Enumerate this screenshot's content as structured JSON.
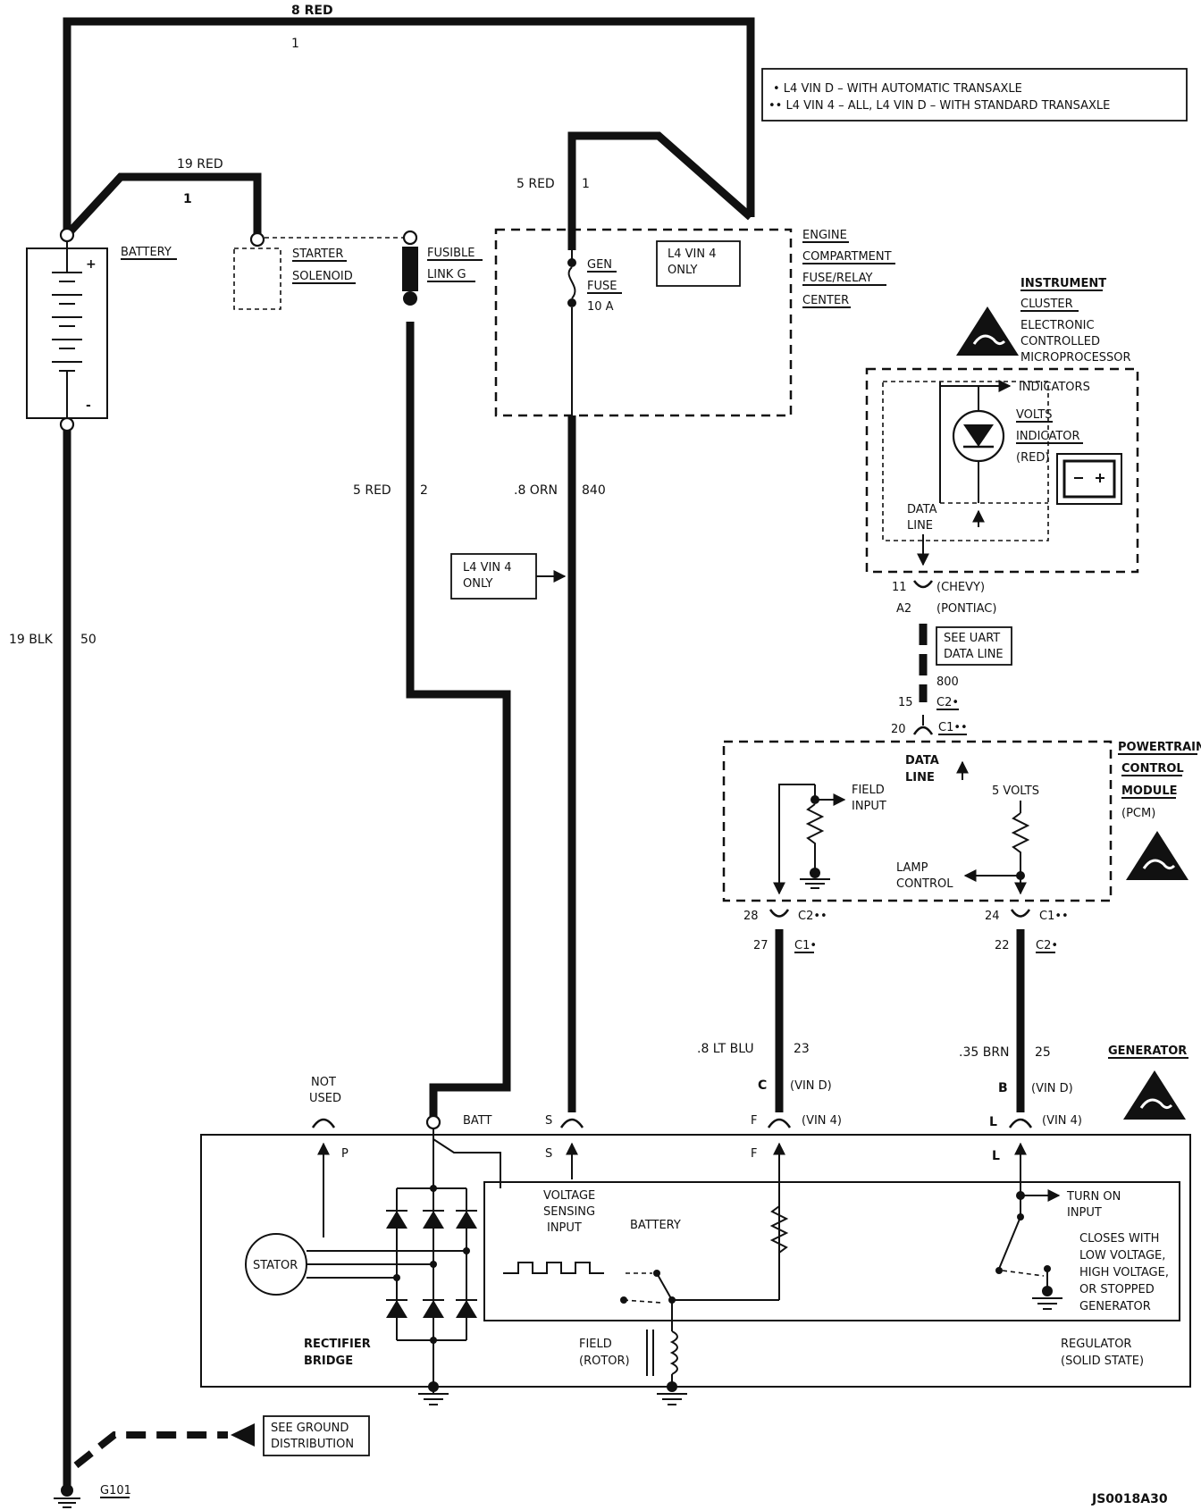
{
  "diagram": {
    "drawing_id": "JS0018A30",
    "notes": [
      "• L4 VIN D – WITH AUTOMATIC TRANSAXLE",
      "•• L4 VIN 4 – ALL, L4 VIN D – WITH STANDARD TRANSAXLE"
    ],
    "battery": {
      "label": "BATTERY",
      "plus": "+",
      "minus": "-"
    },
    "starter": {
      "line1": "STARTER",
      "line2": "SOLENOID"
    },
    "fusible": {
      "line1": "FUSIBLE",
      "line2": "LINK G"
    },
    "fuse_center": {
      "line1": "ENGINE",
      "line2": "COMPARTMENT",
      "line3": "FUSE/RELAY",
      "line4": "CENTER",
      "fuse_line1": "GEN",
      "fuse_line2": "FUSE",
      "fuse_line3": "10 A",
      "vin4_line1": "L4 VIN 4",
      "vin4_line2": "ONLY"
    },
    "wires": {
      "red8": "8 RED",
      "red8_circuit": "1",
      "red19": "19 RED",
      "red19_circuit": "1",
      "red5_top": "5 RED",
      "red5_top_circuit": "1",
      "red5_mid": "5 RED",
      "red5_mid_circuit": "2",
      "orn": ".8 ORN",
      "orn_circuit": "840",
      "blk": "19 BLK",
      "blk_circuit": "50",
      "ltblu": ".8 LT BLU",
      "ltblu_circuit": "23",
      "brn": ".35 BRN",
      "brn_circuit": "25",
      "data_circuit": "800"
    },
    "vin4_callout": {
      "line1": "L4 VIN 4",
      "line2": "ONLY"
    },
    "cluster": {
      "line1": "INSTRUMENT",
      "line2": "CLUSTER",
      "line3": "ELECTRONIC",
      "line4": "CONTROLLED",
      "line5": "MICROPROCESSOR",
      "indicators": "INDICATORS",
      "volts1": "VOLTS",
      "volts2": "INDICATOR",
      "red": "(RED)",
      "data1": "DATA",
      "data2": "LINE"
    },
    "data_conn": {
      "p11": "11",
      "chevy": "(CHEVY)",
      "a2": "A2",
      "pontiac": "(PONTIAC)",
      "uart1": "SEE UART",
      "uart2": "DATA LINE",
      "p15": "15",
      "c2a": "C2•",
      "p20": "20",
      "c1b": "C1••"
    },
    "pcm": {
      "line1": "POWERTRAIN",
      "line2": "CONTROL",
      "line3": "MODULE",
      "line4": "(PCM)",
      "data1": "DATA",
      "data2": "LINE",
      "field1": "FIELD",
      "field2": "INPUT",
      "five": "5 VOLTS",
      "lamp1": "LAMP",
      "lamp2": "CONTROL",
      "p28": "28",
      "c2b": "C2••",
      "p27": "27",
      "c1a": "C1•",
      "p24": "24",
      "c1b": "C1••",
      "p22": "22",
      "c2a": "C2•"
    },
    "generator": {
      "label": "GENERATOR",
      "not_used1": "NOT",
      "not_used2": "USED",
      "batt": "BATT",
      "s": "S",
      "f": "F",
      "l": "L",
      "p": "P",
      "c": "C",
      "b": "B",
      "vind": "(VIN D)",
      "vin4": "(VIN 4)",
      "stator": "STATOR",
      "rect1": "RECTIFIER",
      "rect2": "BRIDGE",
      "vs1": "VOLTAGE",
      "vs2": "SENSING",
      "vs3": "INPUT",
      "battery": "BATTERY",
      "field1": "FIELD",
      "field2": "(ROTOR)",
      "reg1": "REGULATOR",
      "reg2": "(SOLID STATE)",
      "turn1": "TURN ON",
      "turn2": "INPUT",
      "close1": "CLOSES WITH",
      "close2": "LOW VOLTAGE,",
      "close3": "HIGH VOLTAGE,",
      "close4": "OR STOPPED",
      "close5": "GENERATOR"
    },
    "ground": {
      "see1": "SEE GROUND",
      "see2": "DISTRIBUTION",
      "g101": "G101"
    }
  }
}
